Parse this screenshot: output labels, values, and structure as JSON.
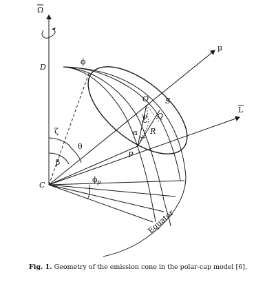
{
  "figure": {
    "labels": {
      "omega": "Ω",
      "mu": "μ",
      "L": "L",
      "D": "D",
      "phi": "ϕ",
      "O": "O",
      "S": "S",
      "Q": "Q",
      "psi": "ψ",
      "alpha": "α",
      "R": "R",
      "P": "P",
      "zeta": "ζ",
      "theta": "θ",
      "beta": "β",
      "C": "C",
      "phi_p": "ϕ",
      "phi_p_sub": "p",
      "equator": "Equator"
    },
    "caption_number": "Fig. 1.",
    "caption_text": "Geometry of the emission cone in the polar-cap model [6]."
  }
}
